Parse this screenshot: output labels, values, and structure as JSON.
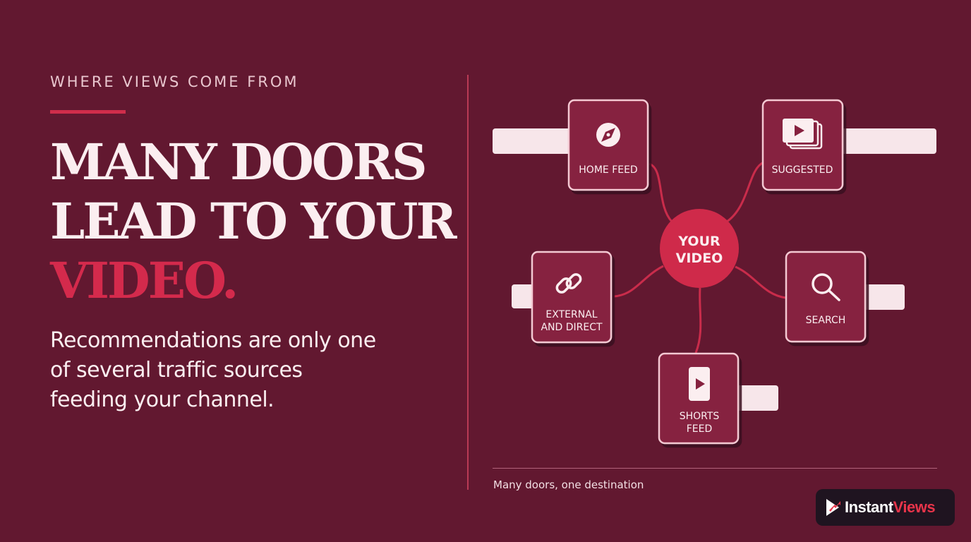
{
  "eyebrow": "WHERE VIEWS COME FROM",
  "headline": {
    "line1": "MANY DOORS",
    "line2": "LEAD TO YOUR",
    "line3": "VIDEO."
  },
  "subtitle": "Recommendations are only one of several traffic sources feeding your channel.",
  "diagram": {
    "center": {
      "line1": "YOUR",
      "line2": "VIDEO"
    },
    "nodes": [
      {
        "key": "home",
        "icon": "compass-icon",
        "lines": [
          "HOME FEED"
        ]
      },
      {
        "key": "suggested",
        "icon": "video-stack-icon",
        "lines": [
          "SUGGESTED"
        ]
      },
      {
        "key": "external",
        "icon": "link-icon",
        "lines": [
          "EXTERNAL",
          "AND DIRECT"
        ]
      },
      {
        "key": "search",
        "icon": "search-icon",
        "lines": [
          "SEARCH"
        ]
      },
      {
        "key": "shorts",
        "icon": "phone-play-icon",
        "lines": [
          "SHORTS",
          "FEED"
        ]
      }
    ]
  },
  "caption": "Many doors, one destination",
  "brand": {
    "part1": "Instant",
    "part2": "Views"
  },
  "colors": {
    "background": "#621830",
    "accent": "#d42a4c",
    "card": "#86213f",
    "card_border": "#f4c9d3",
    "text": "#fbeef0"
  }
}
